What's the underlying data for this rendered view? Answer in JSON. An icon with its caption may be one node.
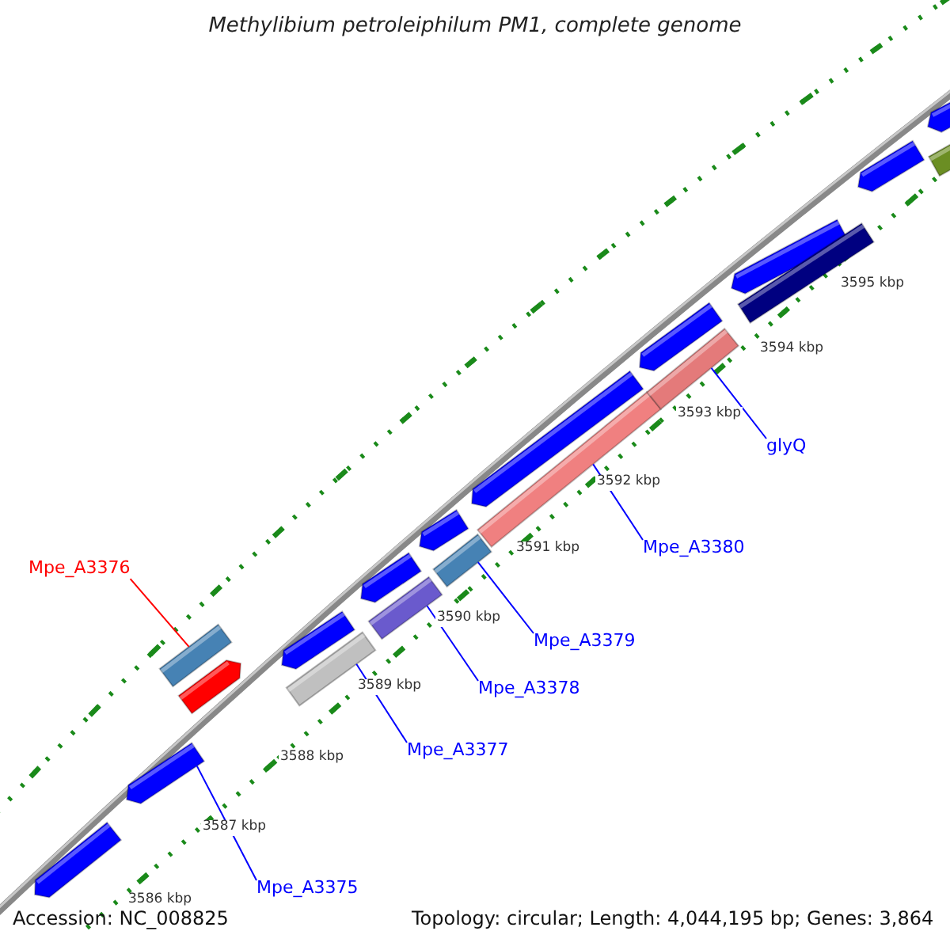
{
  "diagram": {
    "title": "Methylibium petroleiphilum PM1, complete genome",
    "nodes": [
      {
        "text": [
          "Mpe_A3376"
        ]
      },
      {
        "text": [
          "Mpe_A3375"
        ]
      },
      {
        "text": [
          "Mpe_A3377"
        ]
      },
      {
        "text": [
          "Mpe_A3378"
        ]
      },
      {
        "text": [
          "Mpe_A3379"
        ]
      },
      {
        "text": [
          "Mpe_A3380"
        ]
      },
      {
        "text": [
          "glyQ"
        ]
      },
      {
        "text": [],
        "shape": "bar"
      },
      {
        "text": [],
        "shape": "bar"
      },
      {
        "text": [],
        "shape": "bar"
      },
      {
        "text": [],
        "shape": "bar"
      },
      {
        "text": [],
        "shape": "bar"
      },
      {
        "text": [],
        "shape": "bar"
      },
      {
        "text": [],
        "shape": "bar"
      }
    ],
    "edges": [
      {
        "from": 0,
        "to": 7,
        "arrow": "none",
        "color": "#ff0000"
      },
      {
        "from": 1,
        "to": 8,
        "arrow": "none"
      },
      {
        "from": 2,
        "to": 9,
        "arrow": "none"
      },
      {
        "from": 3,
        "to": 10,
        "arrow": "none"
      },
      {
        "from": 4,
        "to": 11,
        "arrow": "none"
      },
      {
        "from": 5,
        "to": 12,
        "arrow": "none"
      },
      {
        "from": 6,
        "to": 13,
        "arrow": "none"
      }
    ],
    "labels": [
      "3586 kbp",
      "3587 kbp",
      "3588 kbp",
      "3589 kbp",
      "3590 kbp",
      "3591 kbp",
      "3592 kbp",
      "3593 kbp",
      "3594 kbp",
      "3595 kbp",
      "Accession: NC_008825",
      "Topology: circular; Length: 4,044,195 bp; Genes: 3,864"
    ]
  }
}
